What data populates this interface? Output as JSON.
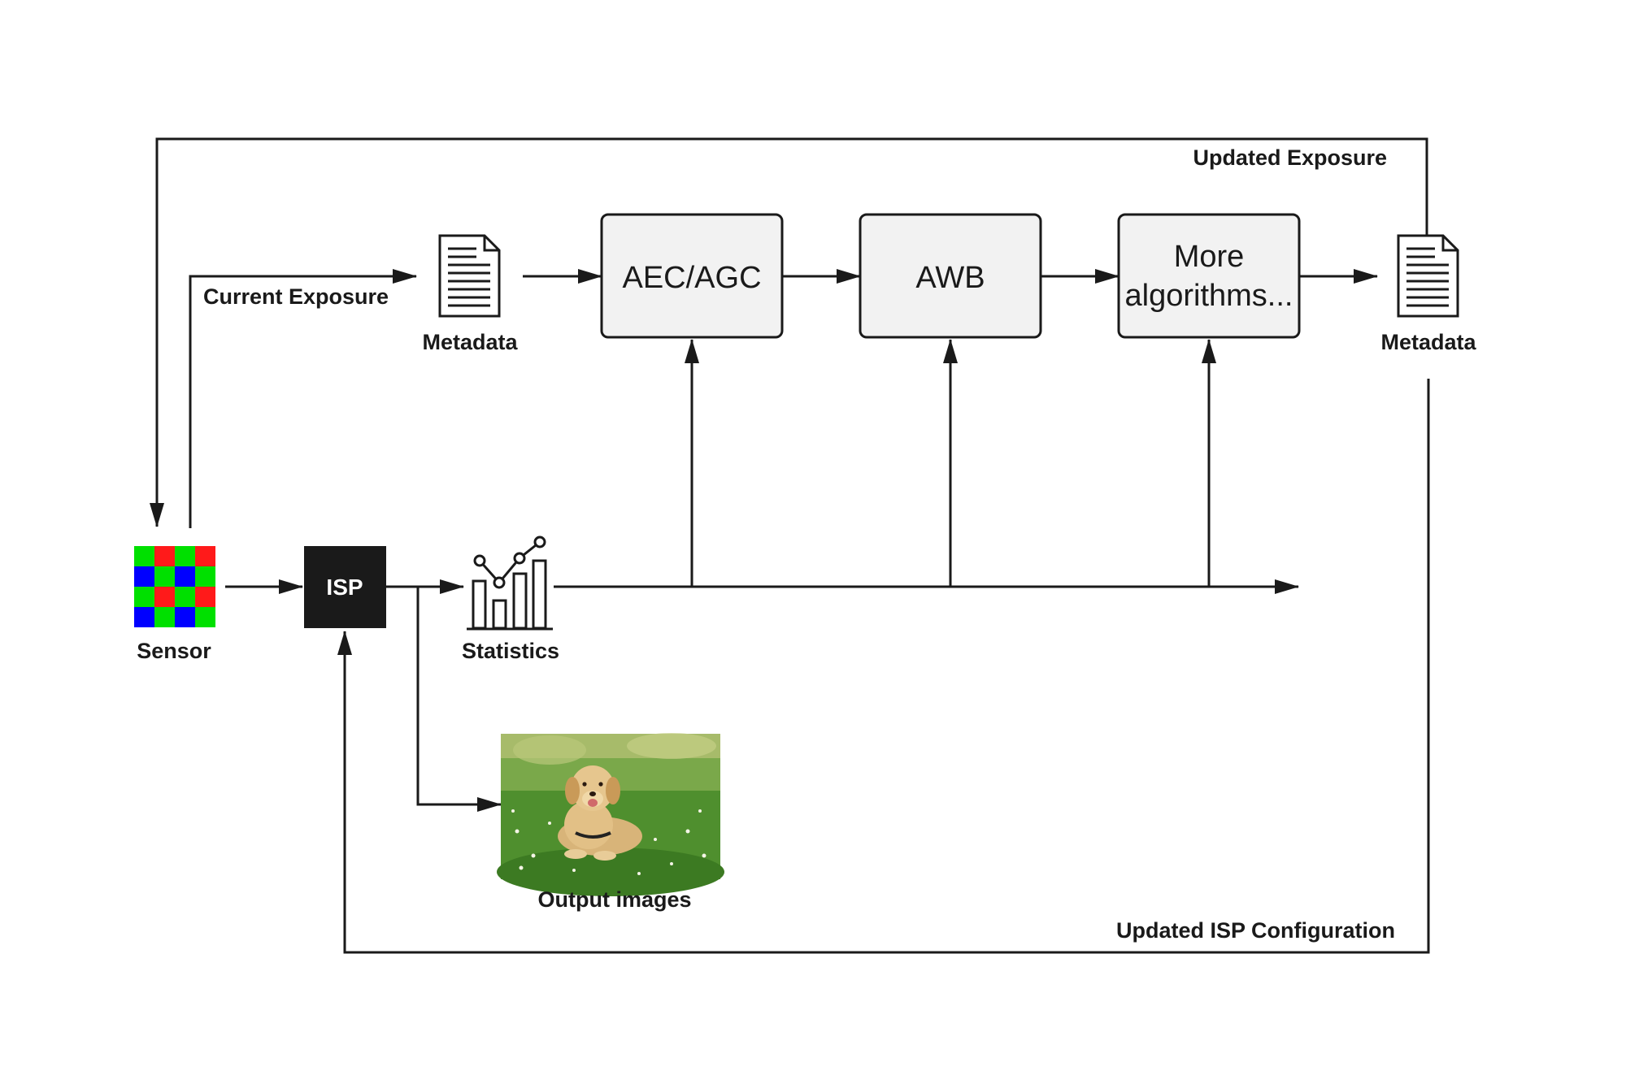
{
  "nodes": {
    "sensor": "Sensor",
    "isp": "ISP",
    "statistics": "Statistics",
    "output_images": "Output images",
    "metadata_in": "Metadata",
    "metadata_out": "Metadata",
    "aec_agc": "AEC/AGC",
    "awb": "AWB",
    "more_line1": "More",
    "more_line2": "algorithms..."
  },
  "edges": {
    "current_exposure": "Current Exposure",
    "updated_exposure": "Updated Exposure",
    "updated_isp_configuration": "Updated ISP Configuration"
  },
  "colors": {
    "ink": "#1a1a1a",
    "box_fill": "#f2f2f2",
    "isp_fill": "#1a1a1a",
    "sensor_green": "#00e000",
    "sensor_red": "#ff1a1a",
    "sensor_blue": "#0000ff"
  }
}
